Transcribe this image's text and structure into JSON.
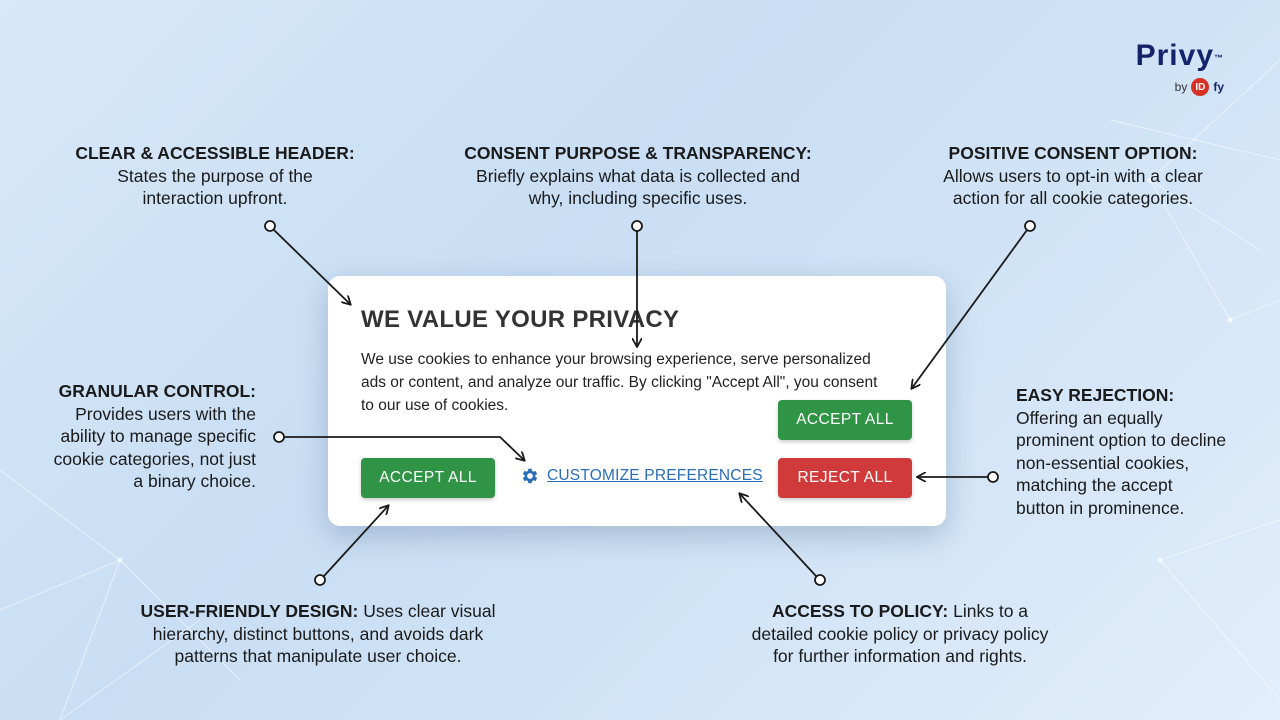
{
  "logo": {
    "word": "Privy",
    "tm": "™",
    "by": "by",
    "idfy_badge": "ID",
    "idfy_rest": "fy"
  },
  "annotations": {
    "header": {
      "title": "CLEAR & ACCESSIBLE HEADER:",
      "line1": "States the purpose of the",
      "line2": "interaction upfront."
    },
    "purpose": {
      "title": "CONSENT PURPOSE & TRANSPARENCY:",
      "line1": "Briefly explains what data is collected and",
      "line2": "why, including specific uses."
    },
    "positive": {
      "title": "POSITIVE CONSENT OPTION:",
      "line1": "Allows users to opt-in with a clear",
      "line2": "action for all cookie categories."
    },
    "granular": {
      "title": "GRANULAR CONTROL:",
      "line1": "Provides users with the",
      "line2": "ability to manage specific",
      "line3": "cookie categories, not just",
      "line4": "a binary choice."
    },
    "rejection": {
      "title": "EASY REJECTION:",
      "line1": "Offering an equally",
      "line2": "prominent option to decline",
      "line3": "non-essential cookies,",
      "line4": "matching the accept",
      "line5": "button in prominence."
    },
    "design": {
      "title": "USER-FRIENDLY DESIGN:",
      "line1_rest": " Uses clear visual",
      "line2": "hierarchy, distinct buttons, and avoids dark",
      "line3": "patterns that manipulate user choice."
    },
    "policy": {
      "title": "ACCESS TO POLICY:",
      "line1_rest": " Links to a",
      "line2": "detailed cookie policy or privacy policy",
      "line3": "for further information and rights."
    }
  },
  "card": {
    "title": "WE VALUE YOUR PRIVACY",
    "body_line1": "We use cookies to enhance your browsing experience, serve personalized",
    "body_line2": "ads or content, and analyze our traffic. By clicking \"Accept All\", you consent",
    "body_line3": "to our use of cookies.",
    "accept_all_top": "ACCEPT ALL",
    "accept_all_bottom": "ACCEPT ALL",
    "reject_all": "REJECT ALL",
    "customize": "CUSTOMIZE PREFERENCES"
  },
  "colors": {
    "accept": "#2f9446",
    "reject": "#d03a3a",
    "link": "#2a6db6",
    "logo": "#14246b",
    "badge": "#d93025"
  }
}
